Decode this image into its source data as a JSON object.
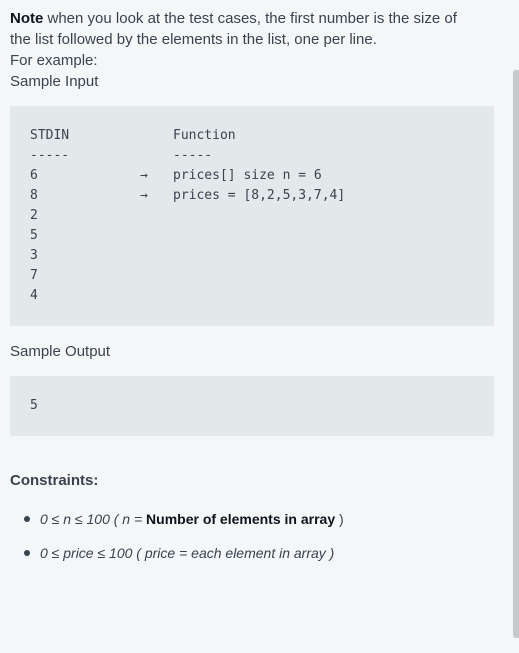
{
  "note": {
    "bold": "Note",
    "rest_line1": " when you look at the test cases, the first number is the size of",
    "line2": "the list followed by the elements in the list, one per line.",
    "line3": "For example:",
    "line4": "Sample Input"
  },
  "sample_input": {
    "stdin_header": "STDIN",
    "stdin_dash": "-----",
    "stdin_values": [
      "6",
      "8",
      "2",
      "5",
      "3",
      "7",
      "4"
    ],
    "function_header": "Function",
    "function_dash": "-----",
    "arrows": [
      "→",
      "→"
    ],
    "function_lines": [
      "prices[] size n = 6",
      "prices = [8,2,5,3,7,4]"
    ]
  },
  "sample_output": {
    "label": "Sample Output",
    "value": "5"
  },
  "constraints": {
    "title": "Constraints:",
    "item1": {
      "formula": "0 ≤ n ≤ 100 ( n = ",
      "bold": "Number of elements in array",
      "end": " )"
    },
    "item2": {
      "text": "0 ≤ price ≤ 100 ( price = each element in array )"
    }
  }
}
